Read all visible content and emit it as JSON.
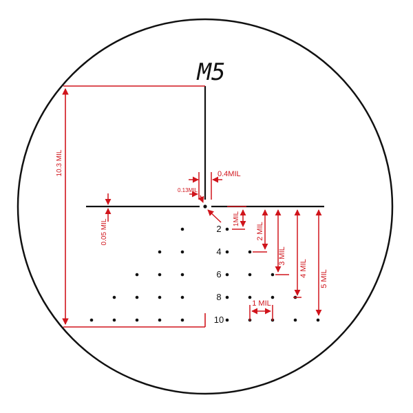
{
  "reticle": {
    "title": "M5",
    "colors": {
      "reticle": "#111111",
      "dimension": "#d0141b",
      "background": "#ffffff"
    },
    "hold_labels": [
      "2",
      "4",
      "6",
      "8",
      "10"
    ],
    "dimensions": {
      "height_103": "10.3 MIL",
      "line_04": "0.4MIL",
      "center_013": "0.13MIL",
      "thick_005": "0.05 MIL",
      "v1": "1MIL",
      "v2": "2 MIL",
      "v3": "3 MIL",
      "v4": "4 MIL",
      "v5": "5 MIL",
      "h1": "1 MIL"
    }
  }
}
